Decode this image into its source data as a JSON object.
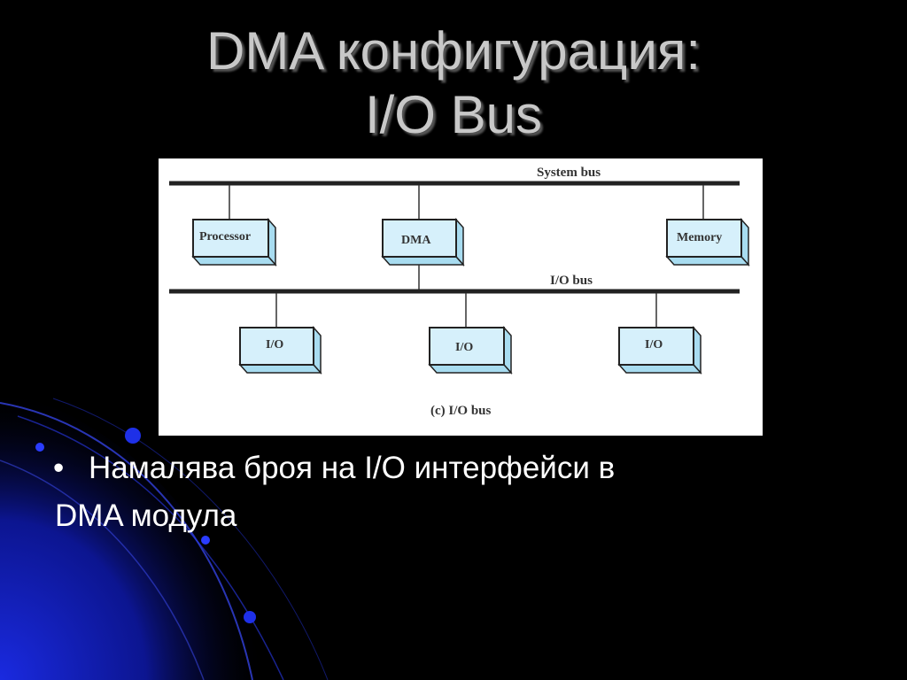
{
  "slide": {
    "title_line1": "DMA конфигурация:",
    "title_line2": "I/O Bus",
    "bullet_symbol": "•",
    "bullet_line1": "Намалява броя на I/O  интерфейси в",
    "bullet_line2": "DMA модула"
  },
  "diagram": {
    "system_bus_label": "System bus",
    "io_bus_label": "I/O bus",
    "processor_label": "Processor",
    "dma_label": "DMA",
    "memory_label": "Memory",
    "io_labels": [
      "I/O",
      "I/O",
      "I/O"
    ],
    "caption": "(c) I/O bus"
  },
  "colors": {
    "background": "#000000",
    "box_fill": "#d6f0fb",
    "box_side": "#a8dcf0",
    "title_text": "#c8c8c8",
    "body_text": "#ffffff",
    "decoration_blue": "#1a2acc"
  }
}
